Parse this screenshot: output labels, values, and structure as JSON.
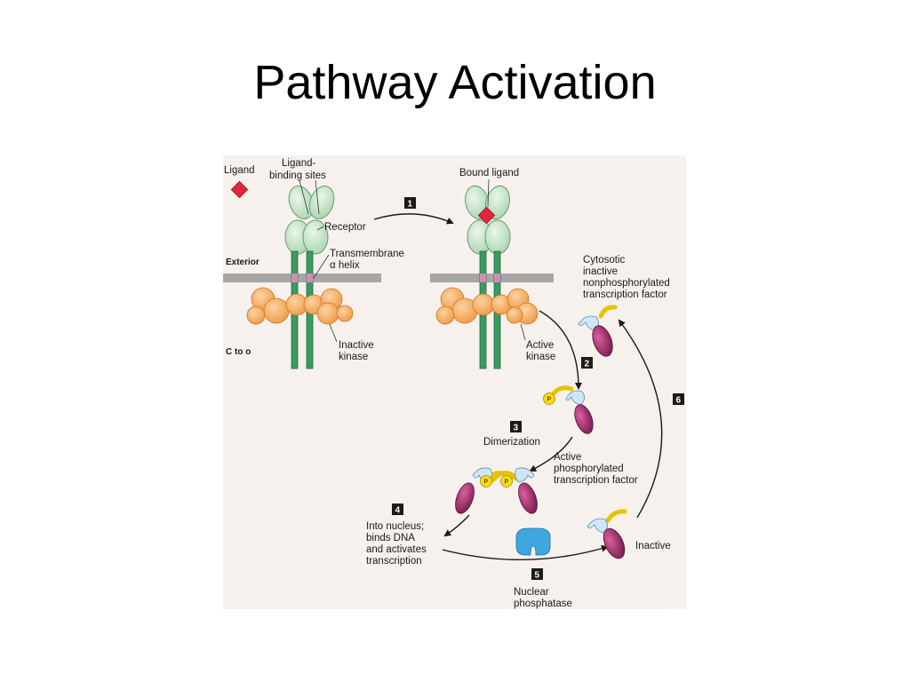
{
  "slide": {
    "title": "Pathway Activation"
  },
  "diagram": {
    "labels": {
      "ligand": "Ligand",
      "ligand_binding_sites": [
        "Ligand-",
        "binding sites"
      ],
      "receptor": "Receptor",
      "exterior": "Exterior",
      "transmembrane": [
        "Transmembrane",
        "α helix"
      ],
      "c_to_o": "C to o",
      "inactive_kinase": [
        "Inactive",
        "kinase"
      ],
      "bound_ligand": "Bound ligand",
      "active_kinase": [
        "Active",
        "kinase"
      ],
      "cytosolic_tf": [
        "Cytosotic",
        "inactive",
        "nonphosphorylated",
        "transcription factor"
      ],
      "dimerization": "Dimerization",
      "active_phos_tf": [
        "Active",
        "phosphorylated",
        "transcription factor"
      ],
      "into_nucleus": [
        "Into nucleus;",
        "binds DNA",
        "and activates",
        "transcription"
      ],
      "nuclear_phosphatase": [
        "Nuclear",
        "phosphatase"
      ],
      "inactive": "Inactive",
      "phospho": "P"
    },
    "steps": [
      "1",
      "2",
      "3",
      "4",
      "5",
      "6"
    ],
    "colors": {
      "background": "#f7f1ed",
      "receptor_green": "#c9e7cc",
      "receptor_stroke": "#6a9a72",
      "helix_green": "#3a9a62",
      "membrane": "#a6a6a6",
      "tm_pink": "#d38bb5",
      "kinase_orange": "#f2a55a",
      "ligand_red": "#e0283a",
      "tf_purple": "#9c2f6b",
      "tf_blue": "#cfe6f5",
      "phospho_yellow": "#f4dc1a",
      "phosphatase_blue": "#3ea7e0",
      "step_box": "#1a1a1a"
    }
  }
}
